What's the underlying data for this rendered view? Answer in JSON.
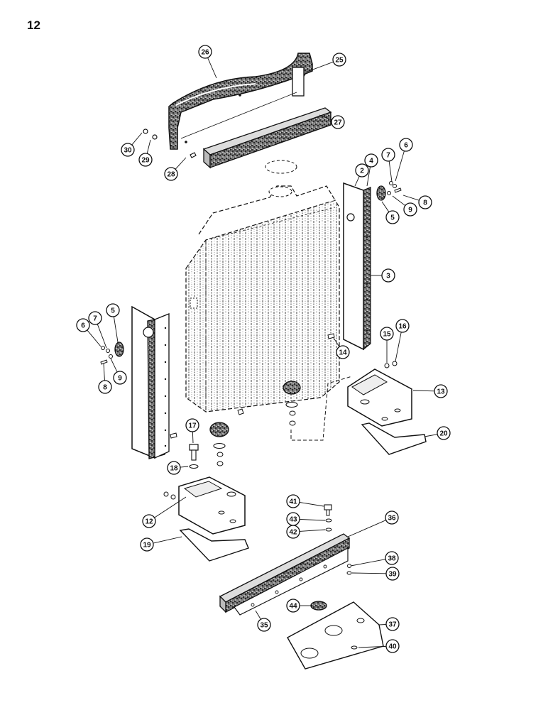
{
  "page_number": "12",
  "colors": {
    "ink": "#111111",
    "texture": "#333333",
    "paper": "#ffffff"
  },
  "callouts": [
    "2",
    "3",
    "4",
    "5",
    "6",
    "7",
    "8",
    "9",
    "5",
    "6",
    "7",
    "8",
    "9",
    "12",
    "13",
    "14",
    "15",
    "16",
    "17",
    "18",
    "19",
    "20",
    "25",
    "26",
    "27",
    "28",
    "29",
    "30",
    "35",
    "36",
    "37",
    "38",
    "39",
    "40",
    "41",
    "42",
    "43",
    "44"
  ]
}
